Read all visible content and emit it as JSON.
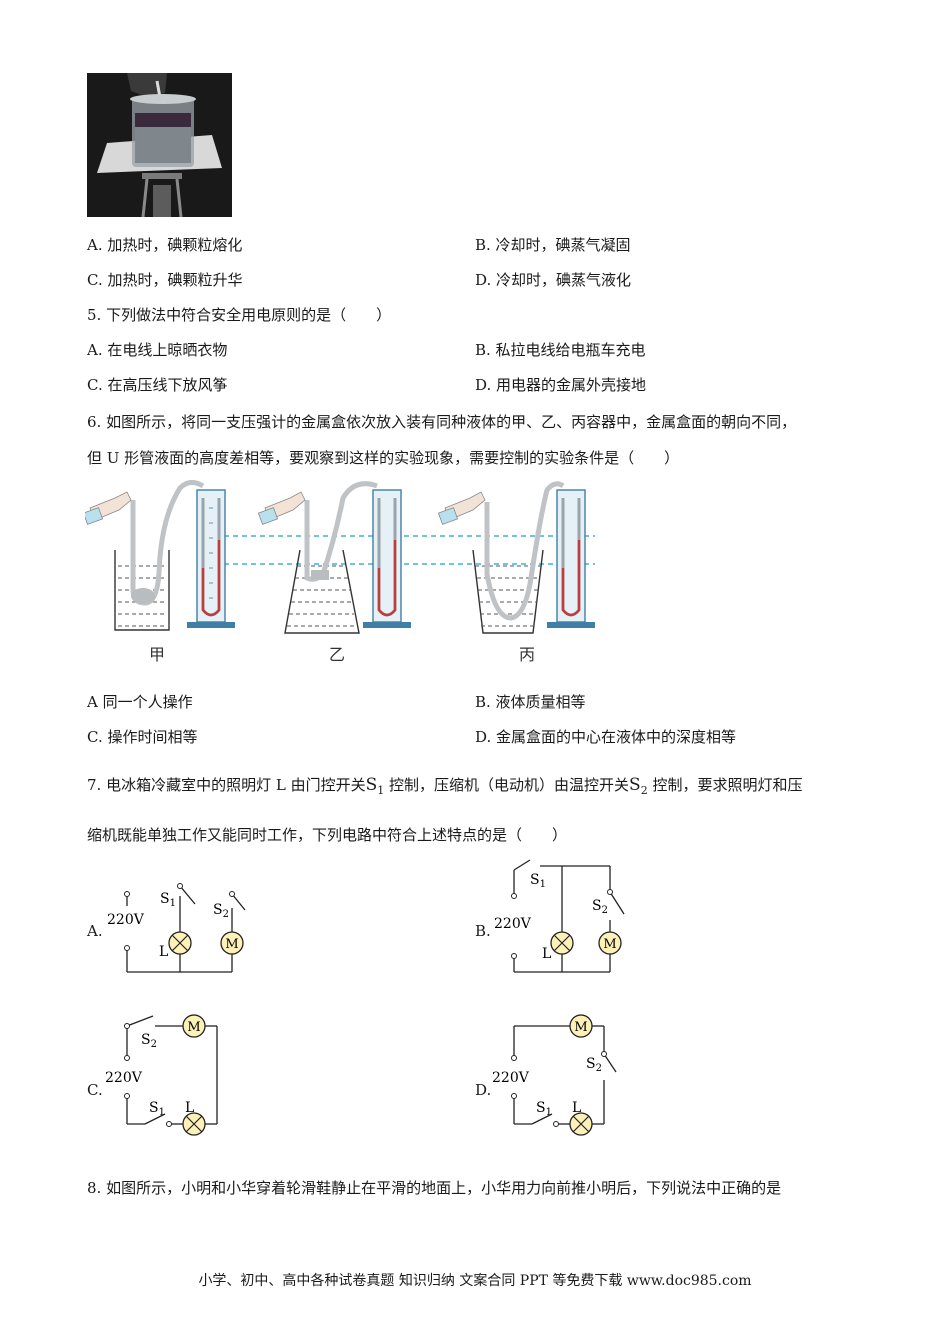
{
  "q4": {
    "options": {
      "a": "A. 加热时，碘颗粒熔化",
      "b": "B. 冷却时，碘蒸气凝固",
      "c": "C. 加热时，碘颗粒升华",
      "d": "D. 冷却时，碘蒸气液化"
    }
  },
  "q5": {
    "stem": "5. 下列做法中符合安全用电原则的是（　　）",
    "options": {
      "a": "A. 在电线上晾晒衣物",
      "b": "B. 私拉电线给电瓶车充电",
      "c": "C. 在高压线下放风筝",
      "d": "D. 用电器的金属外壳接地"
    }
  },
  "q6": {
    "stem_line1": "6. 如图所示，将同一支压强计的金属盒依次放入装有同种液体的甲、乙、丙容器中，金属盒面的朝向不同，",
    "stem_line2": "但 U 形管液面的高度差相等，要观察到这样的实验现象，需要控制的实验条件是（　　）",
    "figure_labels": {
      "jia": "甲",
      "yi": "乙",
      "bing": "丙"
    },
    "options": {
      "a": "A  同一个人操作",
      "b": "B. 液体质量相等",
      "c": "C. 操作时间相等",
      "d": "D. 金属盒面的中心在液体中的深度相等"
    }
  },
  "q7": {
    "stem_part1": "7. 电冰箱冷藏室中的照明灯 L 由门控开关",
    "s1": "S",
    "s1_sub": "1",
    "stem_part2": " 控制，压缩机（电动机）由温控开关",
    "s2": "S",
    "s2_sub": "2",
    "stem_part3": " 控制，要求照明灯和压",
    "stem_line2": "缩机既能单独工作又能同时工作，下列电路中符合上述特点的是（　　）",
    "option_letters": {
      "a": "A.",
      "b": "B.",
      "c": "C.",
      "d": "D."
    },
    "circuit_text": {
      "voltage": "220V",
      "lamp": "L",
      "motor": "M",
      "s": "S",
      "sub1": "1",
      "sub2": "2"
    }
  },
  "q8": {
    "stem": "8. 如图所示，小明和小华穿着轮滑鞋静止在平滑的地面上，小华用力向前推小明后，下列说法中正确的是"
  },
  "footer": {
    "text": "小学、初中、高中各种试卷真题  知识归纳  文案合同  PPT 等免费下载     www.doc985.com"
  }
}
